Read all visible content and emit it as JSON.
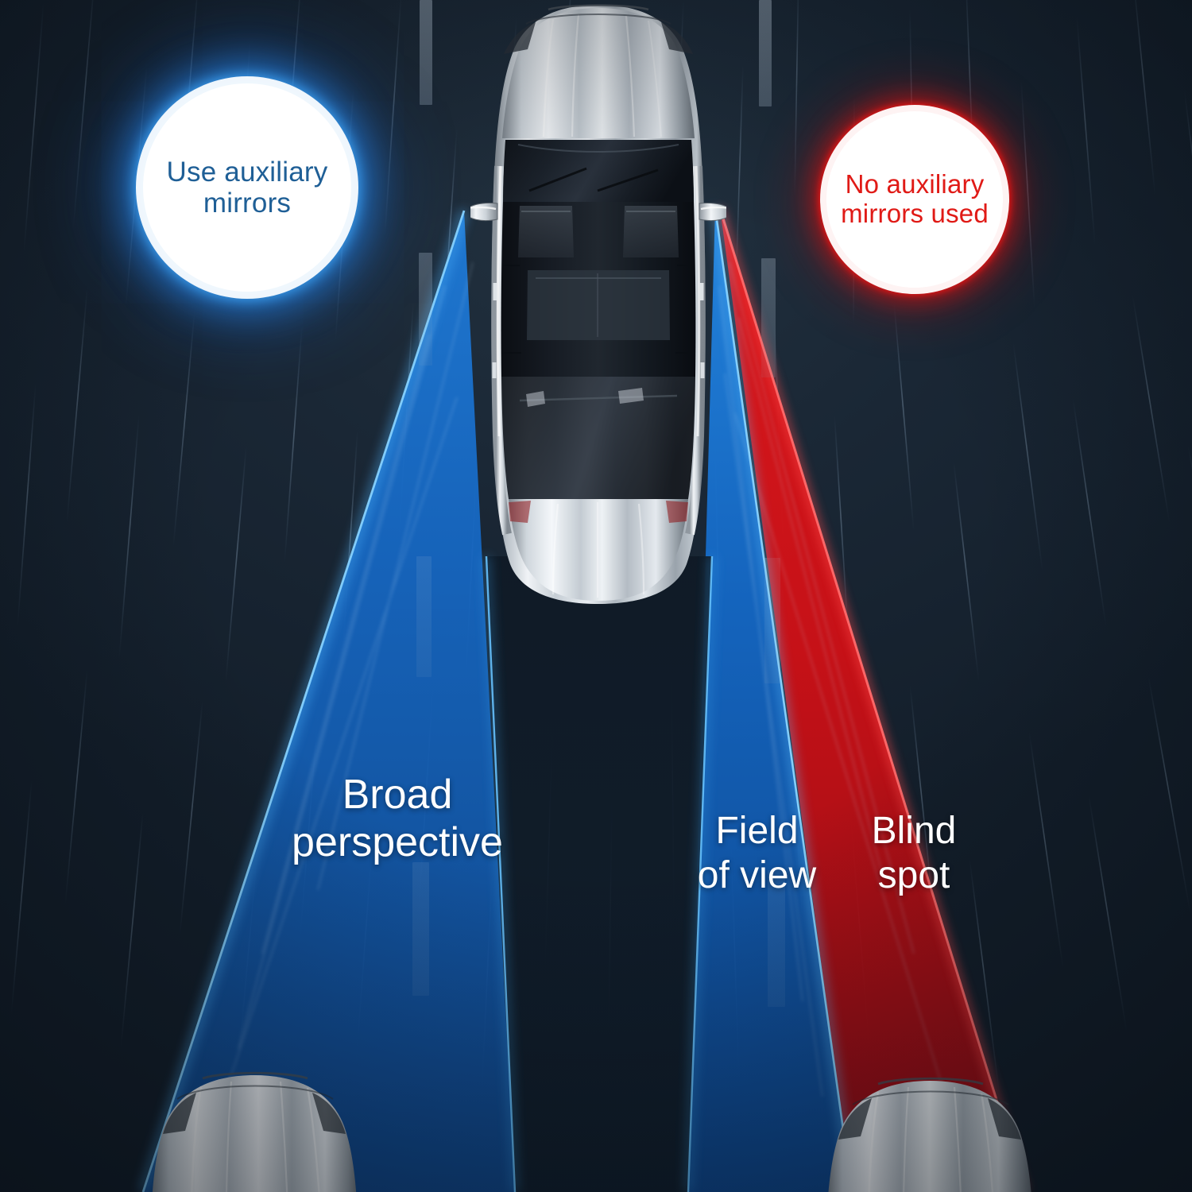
{
  "scene": {
    "title": "Blind spot vs field of view comparison diagram",
    "background_color": "#17232f",
    "road_color": "#1b2836"
  },
  "callouts": [
    {
      "id": "use-auxiliary-mirrors",
      "text": "Use auxiliary\nmirrors",
      "text_color": "#1f5f96",
      "glow_color": "#2a86e0",
      "side": "left"
    },
    {
      "id": "no-auxiliary-mirrors-used",
      "text": "No auxiliary\nmirrors used",
      "text_color": "#e01a16",
      "glow_color": "#e01414",
      "side": "right"
    }
  ],
  "zones": [
    {
      "id": "broad-perspective",
      "label": "Broad\nperspective",
      "color": "#1565c0",
      "edge_color": "#3fa9ff",
      "text_color": "#ffffff"
    },
    {
      "id": "field-of-view",
      "label": "Field\nof view",
      "color": "#1565c0",
      "edge_color": "#3fa9ff",
      "text_color": "#ffffff"
    },
    {
      "id": "blind-spot",
      "label": "Blind\nspot",
      "color": "#d31117",
      "edge_color": "#ff2b2b",
      "text_color": "#ffffff"
    }
  ],
  "vehicles": [
    {
      "id": "ego-car",
      "description": "silver sedan top view",
      "body_color": "#c9cfd6"
    },
    {
      "id": "rear-car-left",
      "description": "silver car front partial",
      "body_color": "#c9cfd6"
    },
    {
      "id": "rear-car-right",
      "description": "silver car front partial",
      "body_color": "#c9cfd6"
    }
  ],
  "road": {
    "lane_marking_color": "#9fb0c1",
    "dash_count": 8
  }
}
